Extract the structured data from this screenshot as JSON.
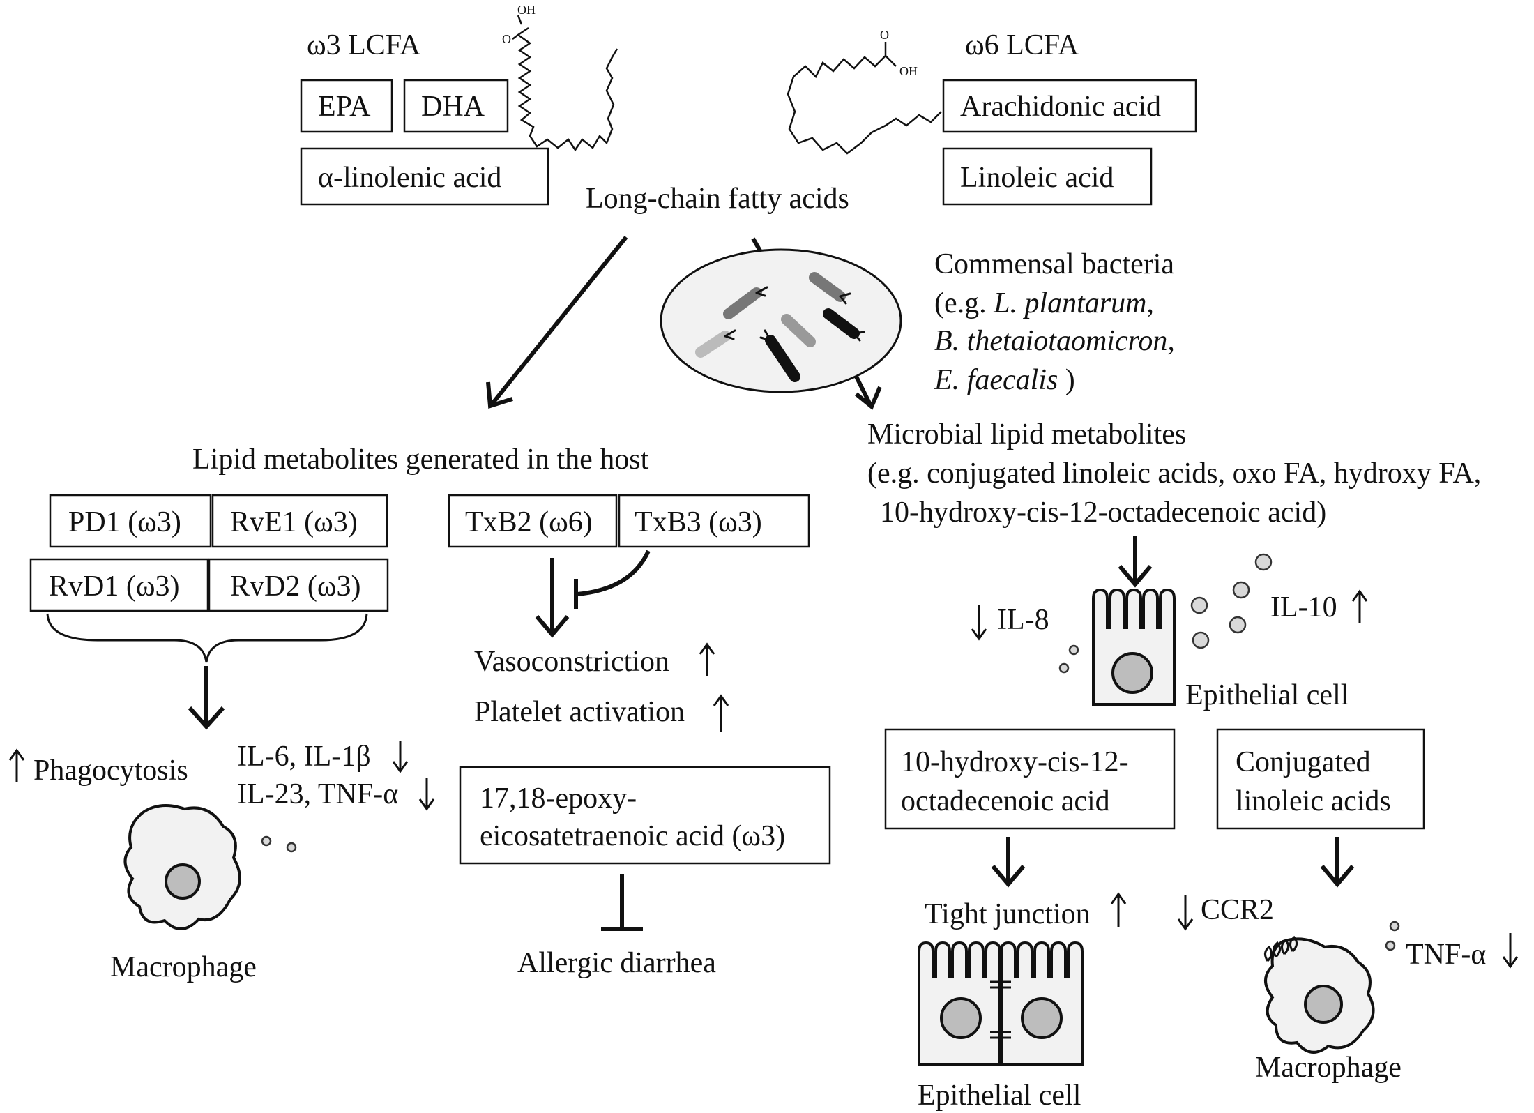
{
  "omega3": {
    "title": "ω3 LCFA",
    "items": [
      "EPA",
      "DHA",
      "α-linolenic acid"
    ],
    "atom_labels": [
      "OH",
      "O"
    ]
  },
  "omega6": {
    "title": "ω6 LCFA",
    "items": [
      "Arachidonic acid",
      "Linoleic acid"
    ],
    "atom_labels": [
      "O",
      "OH"
    ]
  },
  "lcfa_label": "Long-chain fatty acids",
  "bacteria": {
    "line1": "Commensal bacteria",
    "line2_prefix": "(e.g. ",
    "line2_italic": "L. plantarum",
    "line2_suffix": ",",
    "line3_italic": "B. thetaiotaomicron,",
    "line4_italic": "E. faecalis",
    "line4_suffix": " )"
  },
  "host": {
    "title": "Lipid metabolites generated in the host",
    "resolvins": [
      "PD1 (ω3)",
      "RvE1 (ω3)",
      "RvD1 (ω3)",
      "RvD2 (ω3)"
    ],
    "thromboxanes": [
      "TxB2 (ω6)",
      "TxB3 (ω3)"
    ],
    "vasoconstriction": "Vasoconstriction",
    "platelet": "Platelet activation",
    "epoxy_lines": [
      "17,18-epoxy-",
      "eicosatetraenoic acid (ω3)"
    ],
    "allergic": "Allergic diarrhea",
    "phagocytosis": "Phagocytosis",
    "cytokines": [
      "IL-6, IL-1β",
      "IL-23, TNF-α"
    ],
    "macrophage": "Macrophage"
  },
  "microbial": {
    "lines": [
      "Microbial lipid metabolites",
      "(e.g. conjugated linoleic acids, oxo FA, hydroxy FA,",
      "10-hydroxy-cis-12-octadecenoic acid)"
    ],
    "il8": "IL-8",
    "il10": "IL-10",
    "epithelial": "Epithelial cell",
    "hyoa_lines": [
      "10-hydroxy-cis-12-",
      "octadecenoic acid"
    ],
    "cla_lines": [
      "Conjugated",
      "linoleic acids"
    ],
    "tight_junction": "Tight junction",
    "ccr2": "CCR2",
    "tnf": "TNF-α",
    "epithelial2": "Epithelial cell",
    "macrophage2": "Macrophage"
  }
}
